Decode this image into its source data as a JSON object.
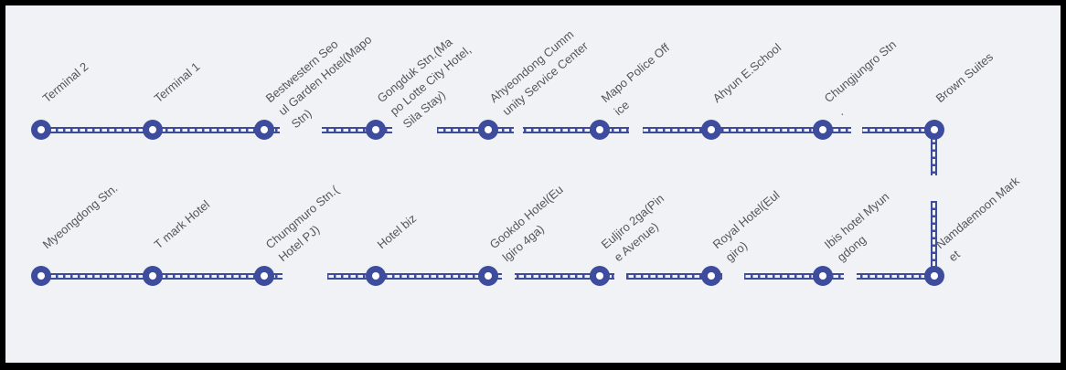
{
  "diagram": {
    "type": "shuttle-route-map",
    "colors": {
      "background": "#f1f2f6",
      "line": "#3e4c9d",
      "node_fill": "#3e4c9d",
      "node_center": "#ffffff",
      "label": "#53565e",
      "frame": "#000000"
    },
    "rows": [
      {
        "id": "top",
        "stations": [
          {
            "name": "Terminal 2",
            "lines": [
              "Terminal 2"
            ]
          },
          {
            "name": "Terminal 1",
            "lines": [
              "Terminal 1"
            ]
          },
          {
            "name": "Bestwestern Seoul Garden Hotel(Mapo Stn)",
            "lines": [
              "Bestwestern Seo",
              "ul Garden Hotel(Mapo",
              "Stn)"
            ]
          },
          {
            "name": "Gongduk Stn.(Mapo Lotte City Hotel, Sila Stay)",
            "lines": [
              "Gongduk Stn.(Ma",
              "po Lotte City Hotel,",
              "Sila Stay)"
            ]
          },
          {
            "name": "Ahyeondong Cummunity Service Center",
            "lines": [
              "Ahyeondong Cumm",
              "unity Service Center"
            ]
          },
          {
            "name": "Mapo Police Office",
            "lines": [
              "Mapo Police Off",
              "ice"
            ]
          },
          {
            "name": "Ahyun E.School",
            "lines": [
              "Ahyun E.School"
            ]
          },
          {
            "name": "Chungjungro Stn.",
            "lines": [
              "Chungjungro Stn",
              "."
            ]
          },
          {
            "name": "Brown Suites",
            "lines": [
              "Brown Suites"
            ]
          }
        ]
      },
      {
        "id": "bottom",
        "stations": [
          {
            "name": "Myeongdong Stn.",
            "lines": [
              "Myeongdong Stn."
            ]
          },
          {
            "name": "T mark Hotel",
            "lines": [
              "T mark Hotel"
            ]
          },
          {
            "name": "Chungmuro Stn.(Hotel PJ)",
            "lines": [
              "Chungmuro Stn.(",
              "Hotel PJ)"
            ]
          },
          {
            "name": "Hotel biz",
            "lines": [
              "Hotel biz"
            ]
          },
          {
            "name": "Gookdo Hotel(Eulgiro 4ga)",
            "lines": [
              "Gookdo Hotel(Eu",
              "lgiro 4ga)"
            ]
          },
          {
            "name": "Euljiro 2ga(Pine Avenue)",
            "lines": [
              "Euljiro 2ga(Pin",
              "e Avenue)"
            ]
          },
          {
            "name": "Royal Hotel(Eulgiro)",
            "lines": [
              "Royal Hotel(Eul",
              "giro)"
            ]
          },
          {
            "name": "Ibis hotel Myungdong",
            "lines": [
              "Ibis hotel Myun",
              "gdong"
            ]
          },
          {
            "name": "Namdaemoon Market",
            "lines": [
              "Namdaemoon Mark",
              "et"
            ]
          }
        ]
      }
    ]
  }
}
